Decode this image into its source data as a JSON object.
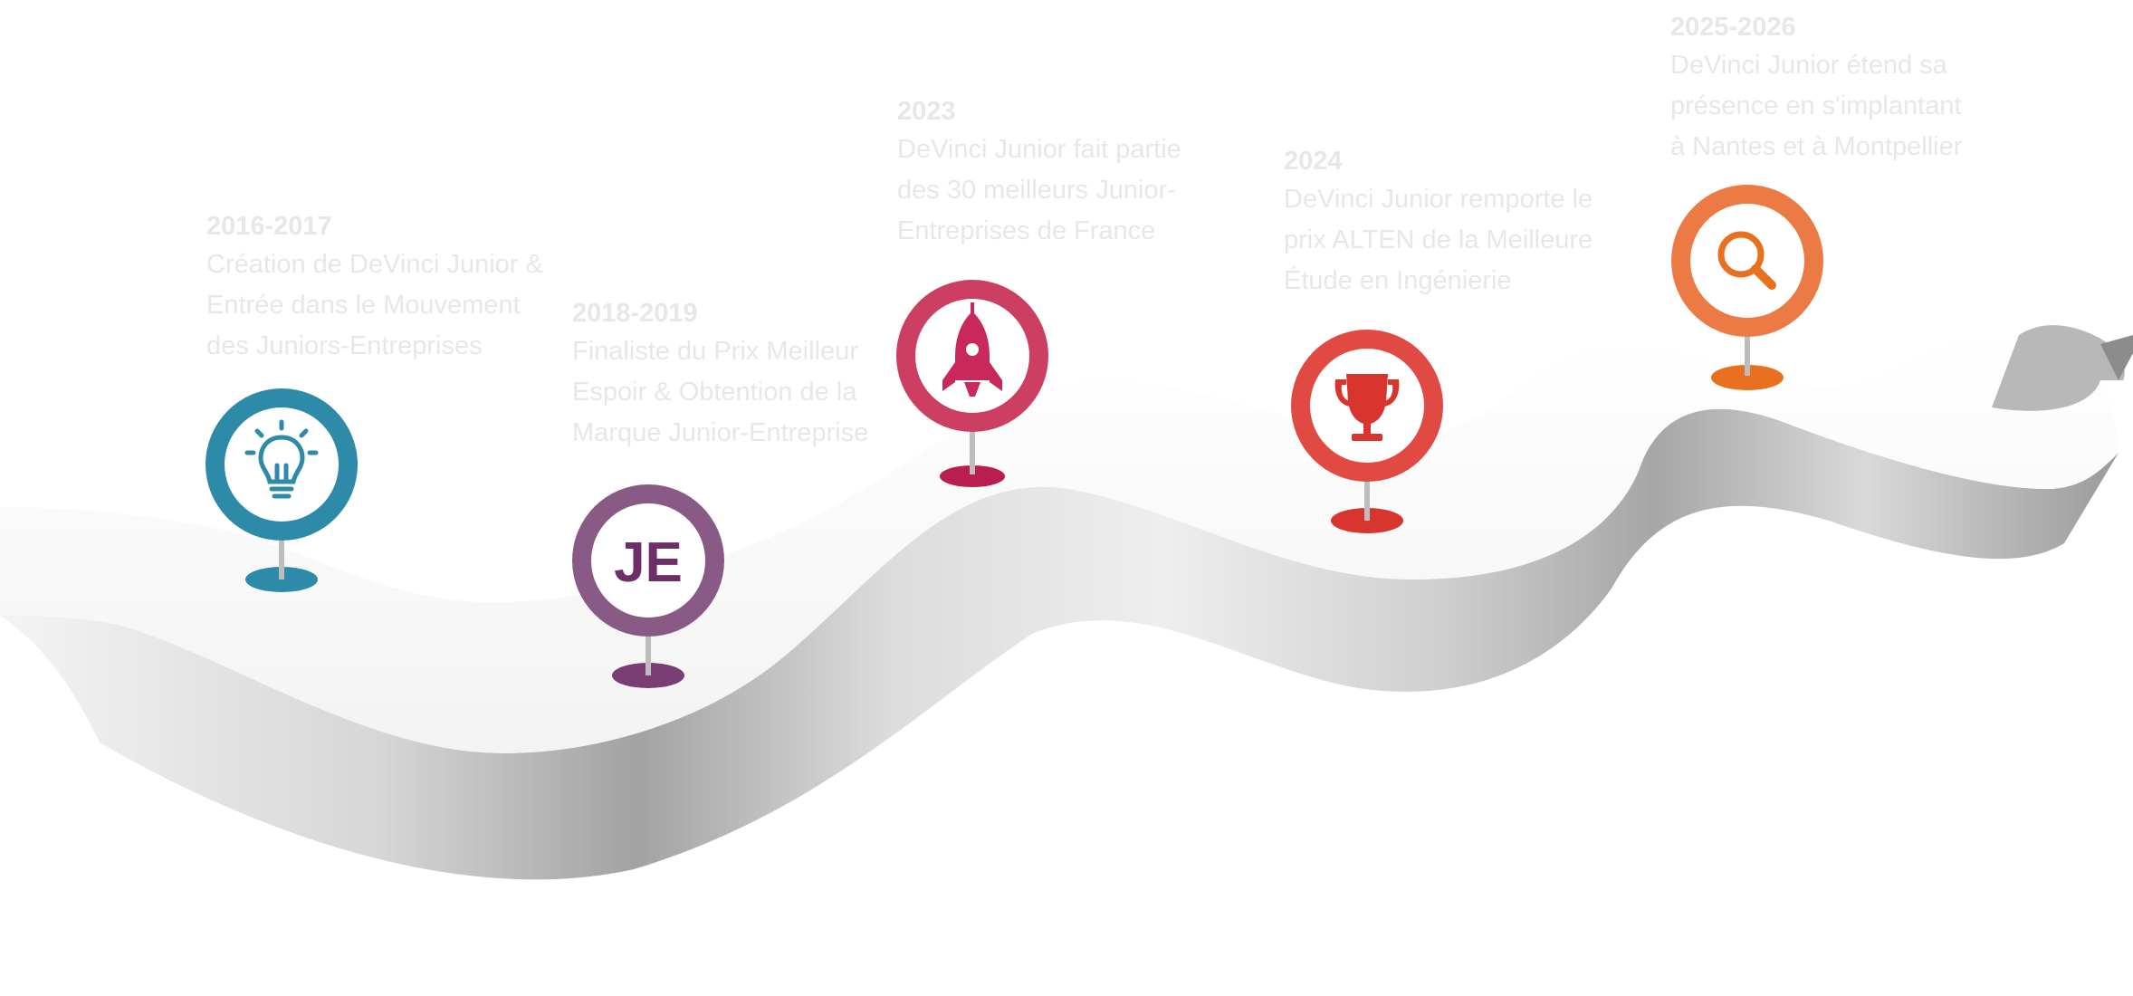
{
  "milestones": [
    {
      "year": "2016-2017",
      "desc": [
        "Création de DeVinci Junior &",
        "Entrée dans le Mouvement",
        "des Juniors-Entreprises"
      ],
      "icon": "lightbulb-icon",
      "color": "#2d8aa8"
    },
    {
      "year": "2018-2019",
      "desc": [
        "Finaliste du Prix Meilleur",
        "Espoir & Obtention de la",
        "Marque Junior-Entreprise"
      ],
      "icon": "je-logo-icon",
      "color": "#7a3d74",
      "icon_text": "JE"
    },
    {
      "year": "2023",
      "desc": [
        "DeVinci Junior fait partie",
        "des 30 meilleurs Junior-",
        "Entreprises de France"
      ],
      "icon": "rocket-icon",
      "color": "#c8285a"
    },
    {
      "year": "2024",
      "desc": [
        "DeVinci Junior remporte le",
        "prix ALTEN de la Meilleure",
        "Étude en Ingénierie"
      ],
      "icon": "trophy-icon",
      "color": "#d8352e"
    },
    {
      "year": "2025-2026",
      "desc": [
        "DeVinci Junior étend sa",
        "présence en s'implantant",
        "à Nantes et à Montpellier"
      ],
      "icon": "magnifier-icon",
      "color": "#e8701f"
    }
  ]
}
